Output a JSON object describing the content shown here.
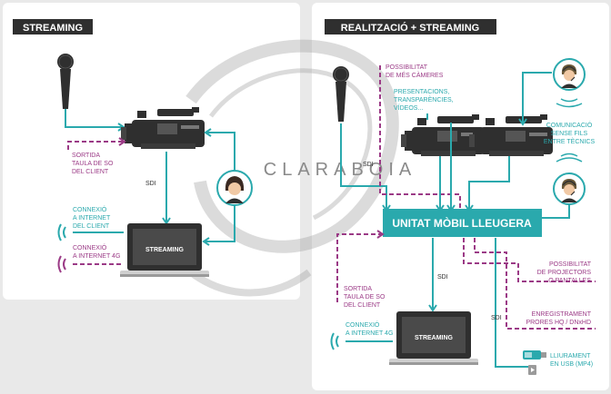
{
  "colors": {
    "teal": "#2aa9ad",
    "magenta": "#9b3a86",
    "dark": "#2f2f2f",
    "watermark": "#9a9a9a"
  },
  "watermark": {
    "text": "CLARABOIA"
  },
  "left_panel": {
    "title": "STREAMING",
    "sortida": [
      "SORTIDA",
      "TAULA DE SO",
      "DEL CLIENT"
    ],
    "sdi": "SDI",
    "connexio_internet": [
      "CONNEXIÓ",
      "A INTERNET",
      "DEL CLIENT"
    ],
    "connexio_4g": [
      "CONNEXIÓ",
      "A INTERNET 4G"
    ],
    "laptop_label": "STREAMING"
  },
  "right_panel": {
    "title": "REALITZACIÓ + STREAMING",
    "possibilitat_cameres": [
      "POSSIBILITAT",
      "DE MÉS CÀMERES"
    ],
    "presentacions": [
      "PRESENTACIONS,",
      "TRANSPARÈNCIES,",
      "VÍDEOS..."
    ],
    "comunicacio": [
      "COMUNICACIÓ",
      "SENSE FILS",
      "ENTRE TÈCNICS"
    ],
    "sdi_top": "SDI",
    "unitat": "UNITAT MÒBIL LLEUGERA",
    "sdi_mid": "SDI",
    "sdi_right": "SDI",
    "sortida": [
      "SORTIDA",
      "TAULA DE SO",
      "DEL CLIENT"
    ],
    "projectors": [
      "POSSIBILITAT",
      "DE PROJECTORS",
      "O PANTALLES"
    ],
    "enregistrament": [
      "ENREGISTRAMENT",
      "PRORES HQ / DNxHD"
    ],
    "connexio_4g": [
      "CONNEXIÓ",
      "A INTERNET 4G"
    ],
    "laptop_label": "STREAMING",
    "usb": [
      "LLIURAMENT",
      "EN USB (MP4)"
    ]
  }
}
